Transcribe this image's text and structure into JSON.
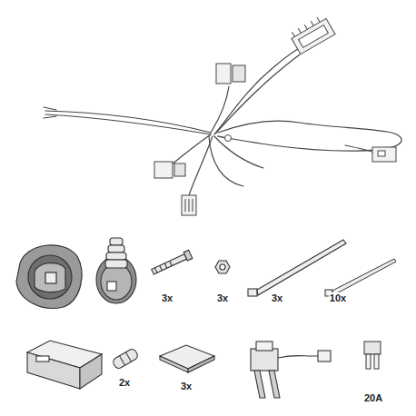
{
  "diagram": {
    "labels": [
      "3x",
      "3x",
      "3x",
      "10x",
      "2x",
      "3x",
      "20A"
    ]
  }
}
